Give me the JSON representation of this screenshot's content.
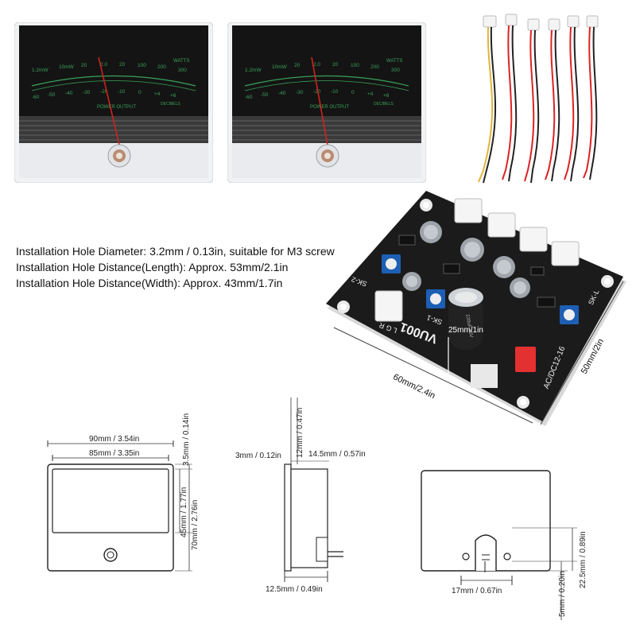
{
  "meter": {
    "watts_scale": [
      "1.2mW",
      "10mW",
      "20",
      "2.0",
      "20",
      "100",
      "200",
      "300"
    ],
    "watts_label": "WATTS",
    "db_scale": [
      "-60",
      "-50",
      "-40",
      "-30",
      "-20",
      "-10",
      "0",
      "+4",
      "+6"
    ],
    "db_label": "DECIBELS",
    "title": "POWER OUTPUT"
  },
  "board": {
    "model_text": "VU001",
    "voltage_text": "AC/DC12-16",
    "left_label": "SK-2",
    "right_label": "SK-1",
    "small_label": "SK-L",
    "lr_label": "L G R",
    "cap_text": "220uF 25V",
    "dim_length": "60mm/2.4in",
    "dim_width": "50mm/2in",
    "dim_height": "25mm/1in"
  },
  "specs": {
    "hole_diameter": "Installation Hole Diameter: 3.2mm / 0.13in, suitable for M3 screw",
    "hole_distance_length": "Installation Hole Distance(Length): Approx. 53mm/2.1in",
    "hole_distance_width": "Installation Hole Distance(Width): Approx. 43mm/1.7in"
  },
  "dims": {
    "front_outer_width": "90mm / 3.54in",
    "front_inner_width": "85mm / 3.35in",
    "front_top_gap": "3.5mm / 0.14in",
    "front_inner_height": "45mm / 1.77in",
    "front_outer_height": "70mm / 2.76in",
    "side_top_height": "12mm / 0.47in",
    "side_face_depth": "3mm / 0.12in",
    "side_body_depth": "14.5mm / 0.57in",
    "side_bottom_depth": "12.5mm / 0.49in",
    "back_hole_span": "17mm / 0.67in",
    "back_hole_height": "22.5mm / 0.89in",
    "back_hole_offset": "5mm / 0.20in"
  }
}
